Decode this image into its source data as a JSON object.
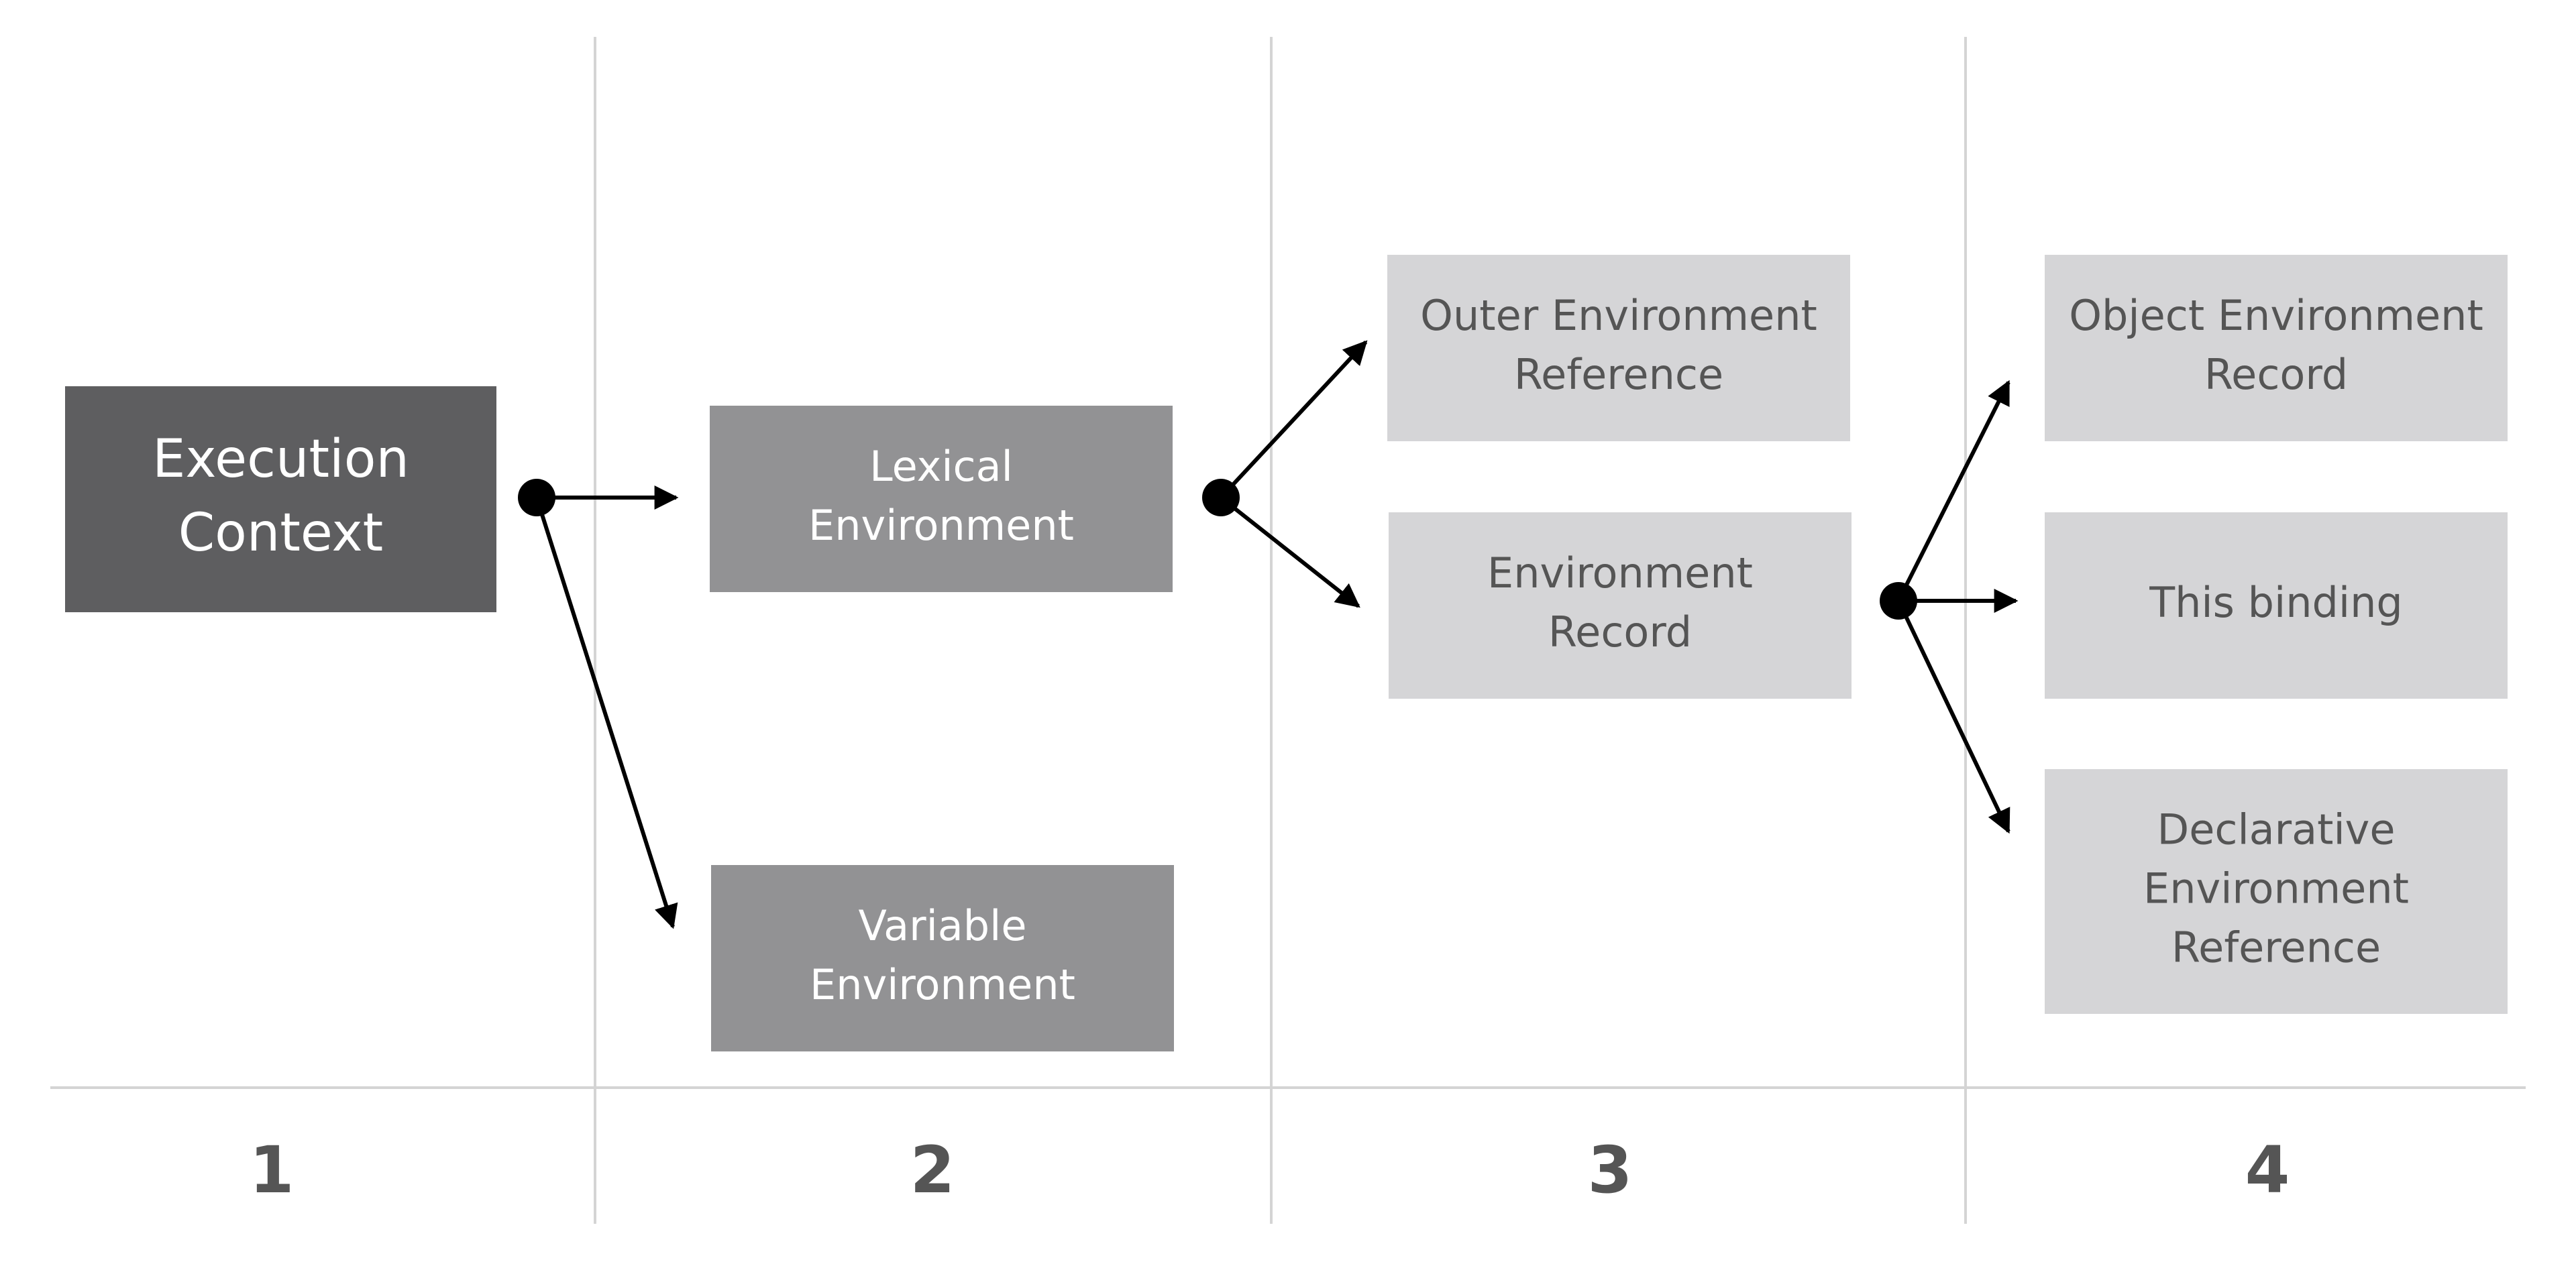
{
  "columns": [
    "1",
    "2",
    "3",
    "4"
  ],
  "nodes": {
    "execution_context": [
      "Execution",
      "Context"
    ],
    "lexical_environment": [
      "Lexical",
      "Environment"
    ],
    "variable_environment": [
      "Variable",
      "Environment"
    ],
    "outer_environment_reference": [
      "Outer Environment",
      "Reference"
    ],
    "environment_record": [
      "Environment",
      "Record"
    ],
    "object_environment_record": [
      "Object Environment",
      "Record"
    ],
    "this_binding": [
      "This binding"
    ],
    "declarative_environment_reference": [
      "Declarative",
      "Environment",
      "Reference"
    ]
  },
  "colors": {
    "level1_fill": "#5e5e60",
    "level2_fill": "#929294",
    "level3_fill": "#d5d5d7",
    "light_text": "#ffffff",
    "dark_text": "#555555",
    "divider": "#d4d4d4",
    "connector": "#000000"
  }
}
